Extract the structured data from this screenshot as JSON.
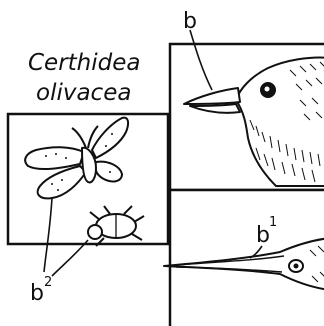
{
  "species_name": {
    "genus": "Certhidea",
    "species": "olivacea"
  },
  "labels": {
    "beak": "b",
    "beak_detail_base": "b",
    "beak_detail_sup": "1",
    "prey_base": "b",
    "prey_sup": "2"
  },
  "panels": [
    "prey-panel",
    "finch-head-panel",
    "beak-detail-panel"
  ],
  "prey_items": [
    "butterfly",
    "beetle"
  ],
  "colors": {
    "ink": "#111111",
    "paper": "#ffffff"
  }
}
